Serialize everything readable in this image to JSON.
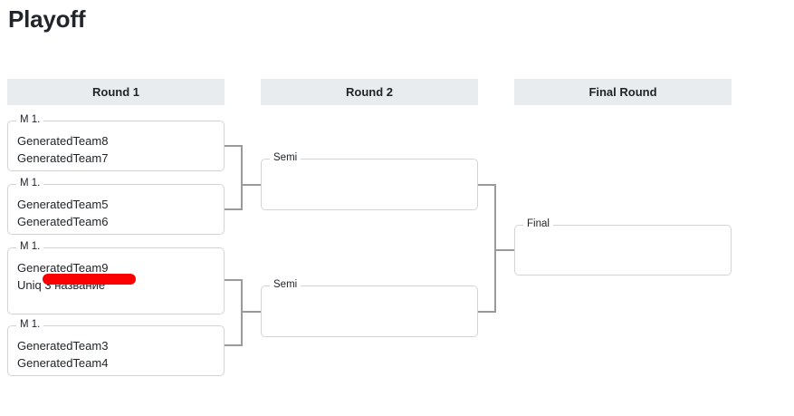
{
  "page": {
    "title": "Playoff"
  },
  "rounds": [
    {
      "name": "round-1",
      "label": "Round 1"
    },
    {
      "name": "round-2",
      "label": "Round 2"
    },
    {
      "name": "final-round",
      "label": "Final Round"
    }
  ],
  "matches": {
    "round1": [
      {
        "legend": "M 1.",
        "teams": [
          "GeneratedTeam8",
          "GeneratedTeam7"
        ]
      },
      {
        "legend": "M 1.",
        "teams": [
          "GeneratedTeam5",
          "GeneratedTeam6"
        ]
      },
      {
        "legend": "M 1.",
        "teams": [
          "GeneratedTeam9",
          "Uniq 3 название"
        ]
      },
      {
        "legend": "M 1.",
        "teams": [
          "GeneratedTeam3",
          "GeneratedTeam4"
        ]
      }
    ],
    "round2": [
      {
        "legend": "Semi",
        "teams": []
      },
      {
        "legend": "Semi",
        "teams": []
      }
    ],
    "final": [
      {
        "legend": "Final",
        "teams": []
      }
    ]
  },
  "annotations": {
    "redaction": {
      "color": "#fa0000",
      "covers": "Uniq 3 название"
    }
  },
  "colors": {
    "header_background": "#e9ecef",
    "box_border": "#d4d4d4",
    "connector": "#9a9a9a",
    "text": "#212529",
    "redaction": "#fa0000"
  }
}
